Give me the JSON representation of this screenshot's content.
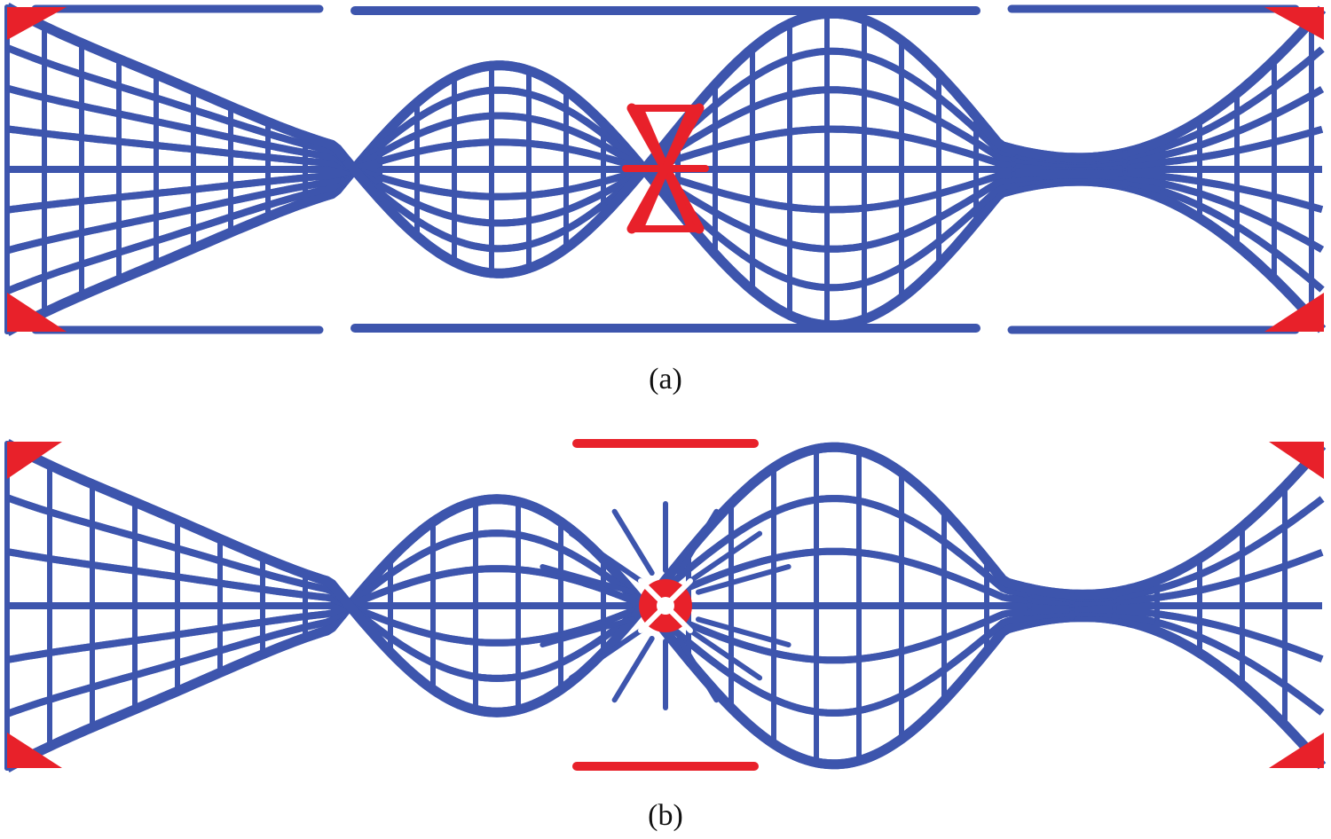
{
  "figure": {
    "panels": [
      {
        "id": "a",
        "caption": "(a)",
        "pattern": "dense-braid",
        "center_feature": "double-x-cross"
      },
      {
        "id": "b",
        "caption": "(b)",
        "pattern": "three-lens-braid",
        "center_feature": "hub-node"
      }
    ],
    "colors": {
      "member": "#3d55ad",
      "highlight": "#e8212a",
      "background": "#ffffff"
    }
  }
}
